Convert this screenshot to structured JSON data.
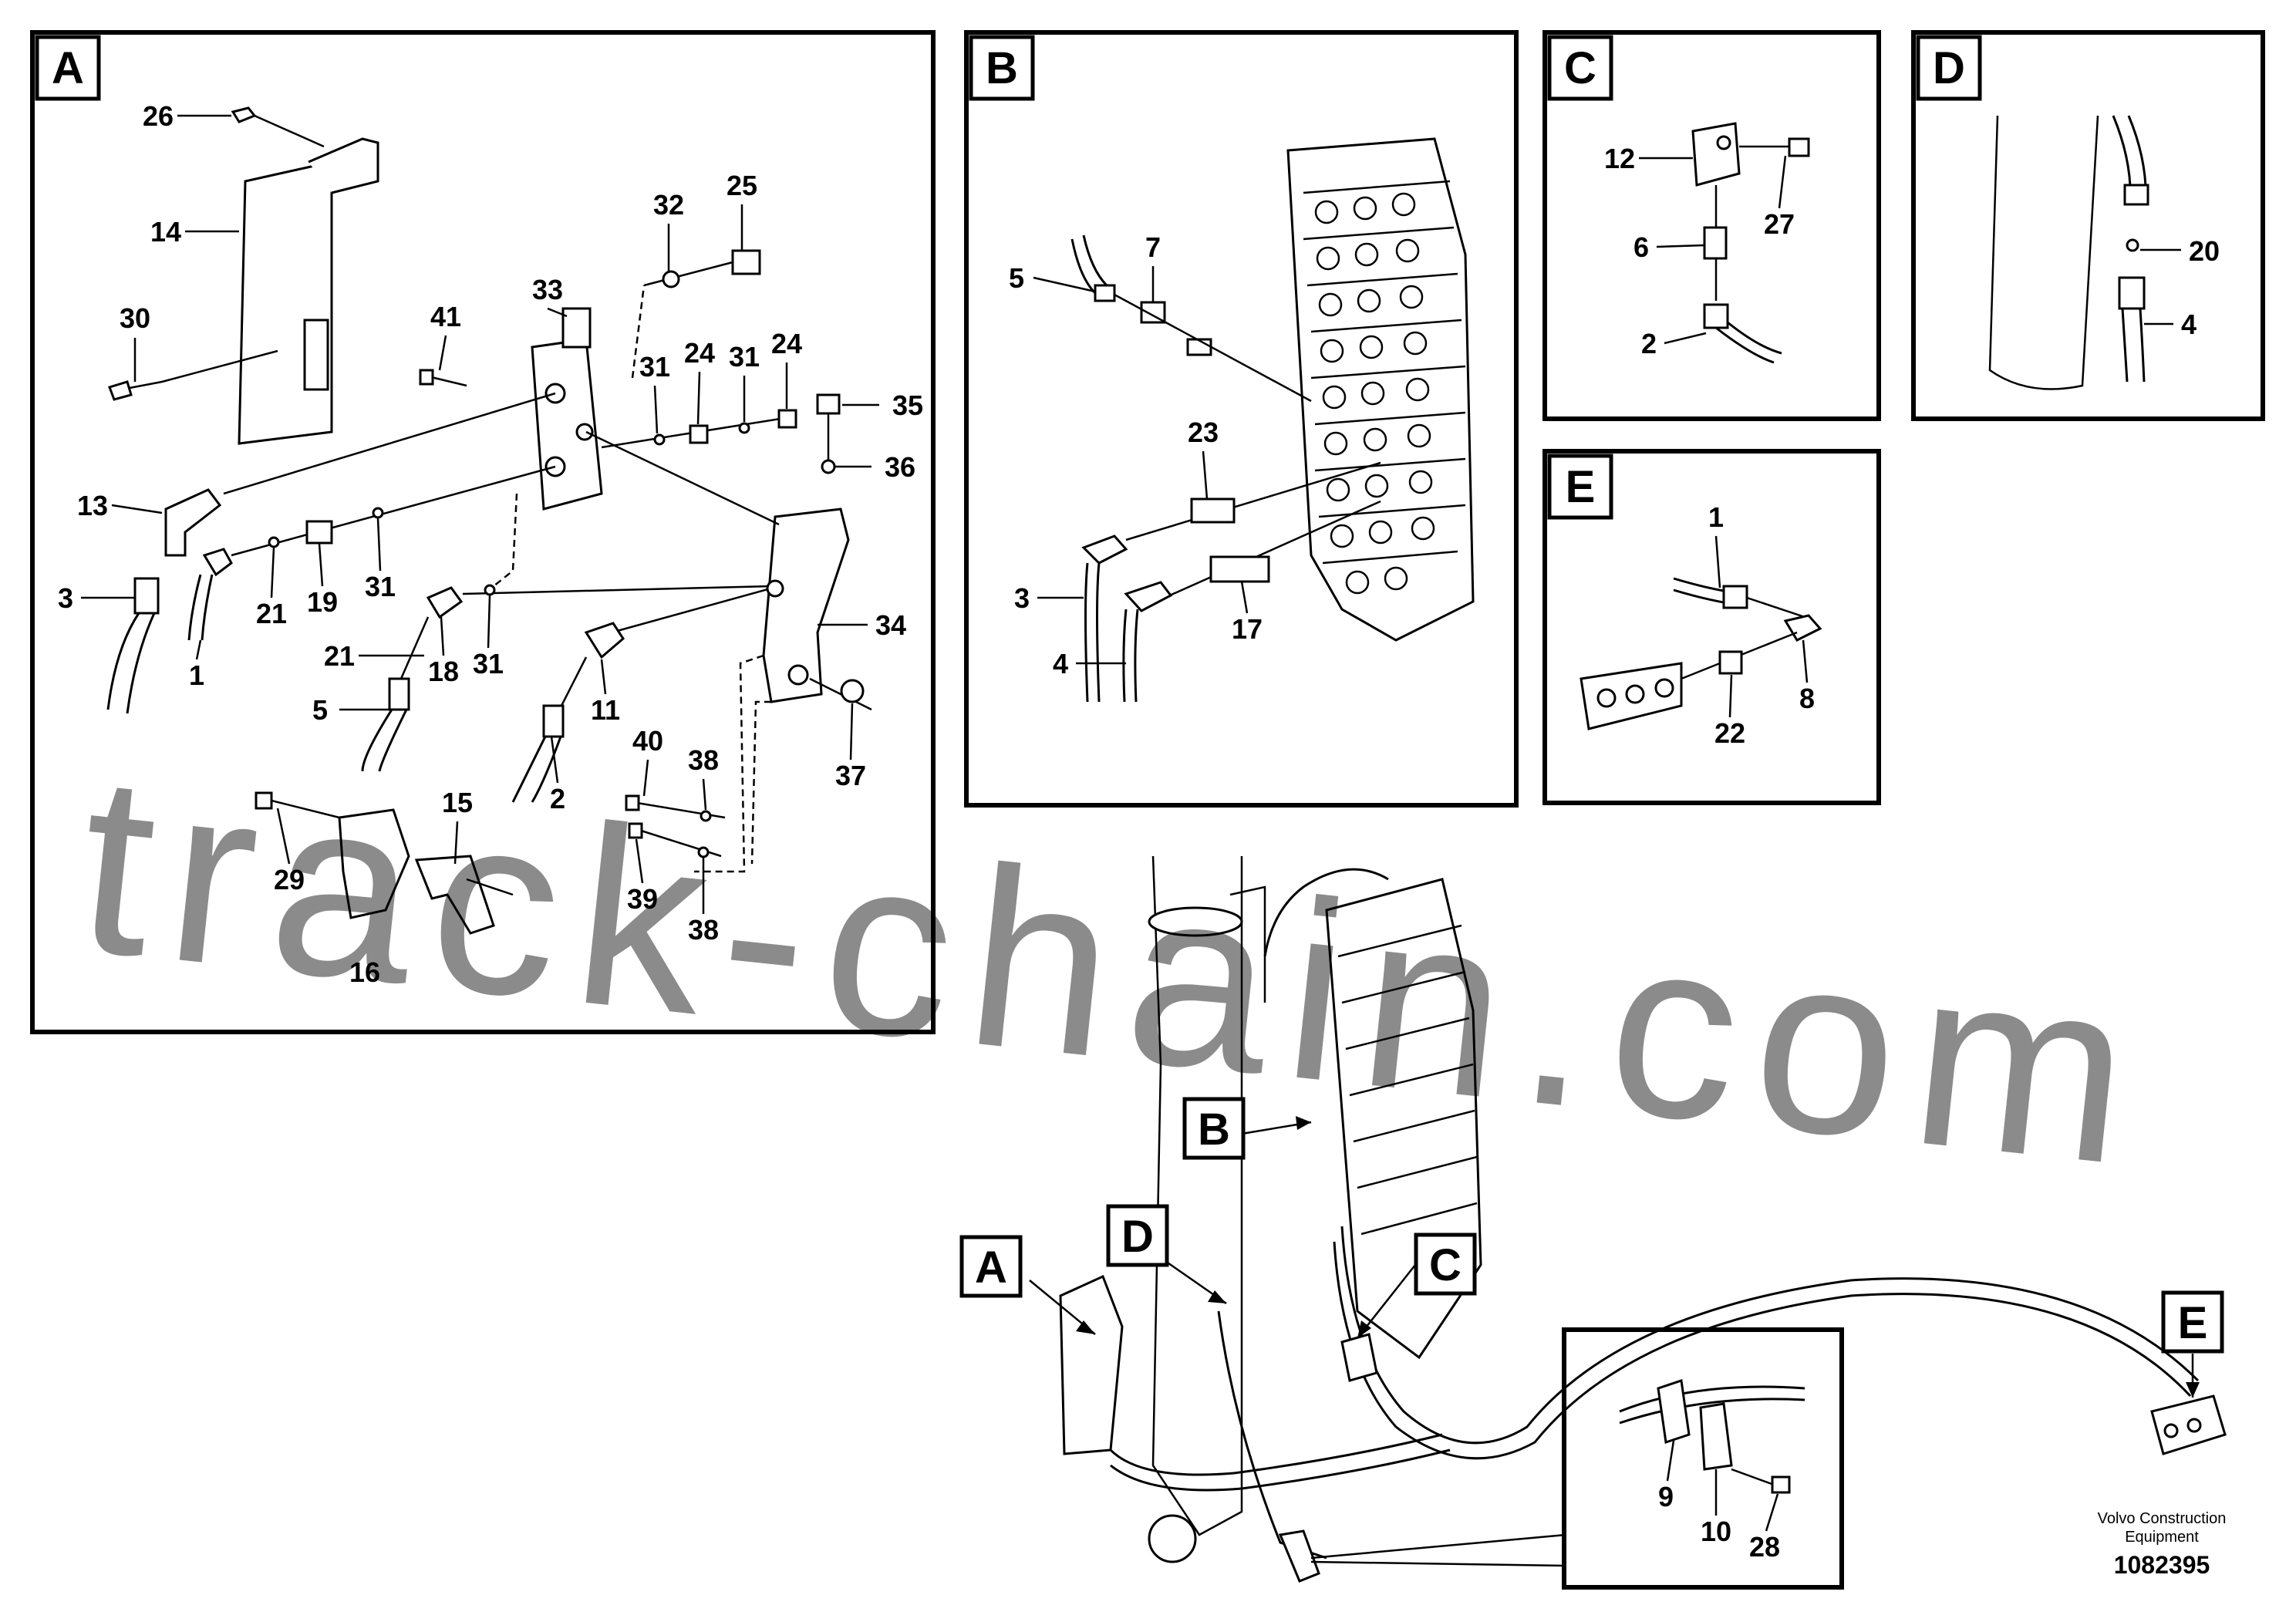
{
  "panels": {
    "A": {
      "letter": "A",
      "labels": [
        "26",
        "14",
        "30",
        "32",
        "25",
        "33",
        "41",
        "31",
        "24",
        "31",
        "24",
        "35",
        "36",
        "13",
        "3",
        "21",
        "19",
        "31",
        "1",
        "21",
        "18",
        "31",
        "5",
        "11",
        "34",
        "2",
        "40",
        "38",
        "39",
        "38",
        "37",
        "29",
        "15",
        "16"
      ]
    },
    "B": {
      "letter": "B",
      "labels": [
        "7",
        "5",
        "23",
        "3",
        "4",
        "17"
      ]
    },
    "C": {
      "letter": "C",
      "labels": [
        "12",
        "27",
        "6",
        "2"
      ]
    },
    "D": {
      "letter": "D",
      "labels": [
        "20",
        "4"
      ]
    },
    "E": {
      "letter": "E",
      "labels": [
        "1",
        "8",
        "22"
      ]
    },
    "detail": {
      "labels": [
        "9",
        "10",
        "28"
      ]
    }
  },
  "overview_tags": [
    "B",
    "A",
    "D",
    "C",
    "E"
  ],
  "watermark": "track-chain.com",
  "footer": {
    "brand_line1": "Volvo Construction",
    "brand_line2": "Equipment",
    "doc_number": "1082395"
  }
}
